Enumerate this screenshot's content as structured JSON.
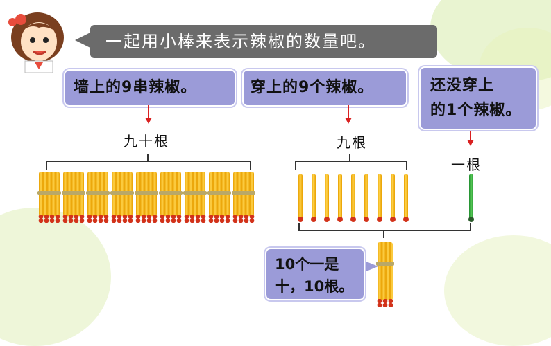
{
  "speech": {
    "text": "一起用小棒来表示辣椒的数量吧。"
  },
  "boxes": {
    "wall": "墙上的9串辣椒。",
    "threaded": "穿上的9个辣椒。",
    "not_threaded_line1": "还没穿上",
    "not_threaded_line2": "的1个辣椒。"
  },
  "labels": {
    "ninety": "九十根",
    "nine": "九根",
    "one": "一根"
  },
  "bottom_note": {
    "line1": "10个一是",
    "line2": "十，10根。"
  },
  "colors": {
    "box_fill": "#9b9bd8",
    "speech_fill": "#6b6b6b",
    "arrow": "#d92020",
    "stick_yellow": "#ffd24a",
    "stick_green": "#5ccf5a"
  },
  "counts": {
    "bundles": 9,
    "single_sticks": 9,
    "green_sticks": 1
  }
}
